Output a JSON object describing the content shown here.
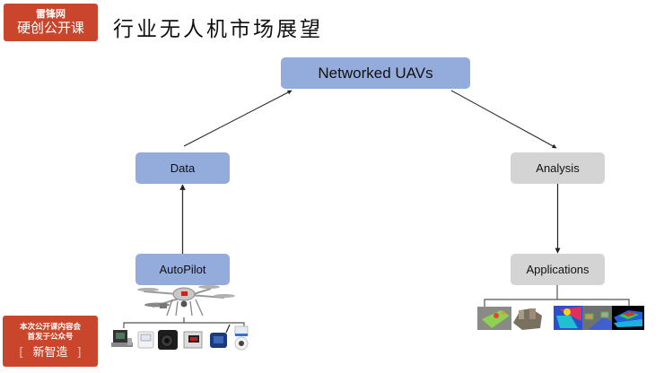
{
  "header": {
    "logo_top_line1": "雷锋网",
    "logo_top_line2": "硬创公开课",
    "title": "行业无人机市场展望"
  },
  "diagram": {
    "nodes": {
      "networked_uavs": "Networked UAVs",
      "data": "Data",
      "analysis": "Analysis",
      "autopilot": "AutoPilot",
      "applications": "Applications"
    },
    "edges": [
      {
        "from": "autopilot",
        "to": "data"
      },
      {
        "from": "data",
        "to": "networked_uavs"
      },
      {
        "from": "networked_uavs",
        "to": "analysis"
      },
      {
        "from": "analysis",
        "to": "applications"
      }
    ],
    "images": {
      "autopilot_drone": "quadcopter-drone",
      "sensors": [
        "sensor-module",
        "thermometer-device",
        "thermal-camera",
        "digital-meter",
        "wireless-sensor",
        "dome-camera"
      ],
      "applications": [
        "ndvi-crop-map",
        "3d-building-model",
        "thermal-heatmap",
        "traffic-detection",
        "lidar-point-cloud"
      ]
    }
  },
  "footer": {
    "logo_line1": "本次公开课内容会",
    "logo_line2": "首发于公众号",
    "logo_bracket_left": "[",
    "logo_brand": "新智造",
    "logo_bracket_right": "]"
  },
  "colors": {
    "brand_red": "#c9452b",
    "node_blue": "#93acdc",
    "node_gray": "#d4d4d4"
  }
}
